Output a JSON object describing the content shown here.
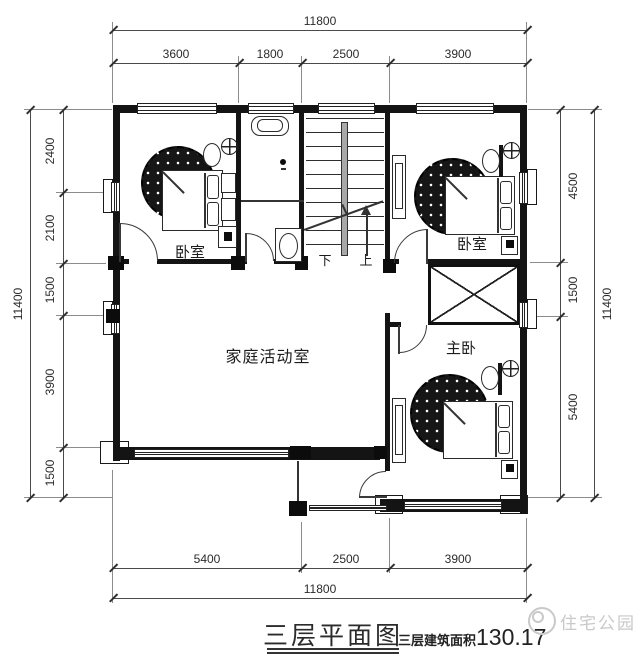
{
  "plan": {
    "rooms": {
      "bedroom_left": "卧室",
      "bedroom_right": "卧室",
      "family_room": "家庭活动室",
      "master_bedroom": "主卧"
    },
    "stairs": {
      "down": "下",
      "up": "上"
    }
  },
  "dimensions": {
    "top": {
      "total": "11800",
      "segments": [
        "3600",
        "1800",
        "2500",
        "3900"
      ]
    },
    "bottom": {
      "total": "11800",
      "segments": [
        "5400",
        "2500",
        "3900"
      ]
    },
    "left": {
      "total": "11400",
      "segments": [
        "2400",
        "2100",
        "1500",
        "3900",
        "1500"
      ]
    },
    "right": {
      "total": "11400",
      "segments": [
        "4500",
        "1500",
        "5400"
      ]
    }
  },
  "title": {
    "name": "三层平面图",
    "area_label": "三层建筑面积",
    "area_value": "130.17"
  },
  "watermark": {
    "text": "住宅公园"
  },
  "colors": {
    "wall": "#141414",
    "dim_text": "#2b2b2b",
    "watermark": "#c9c9c9"
  }
}
